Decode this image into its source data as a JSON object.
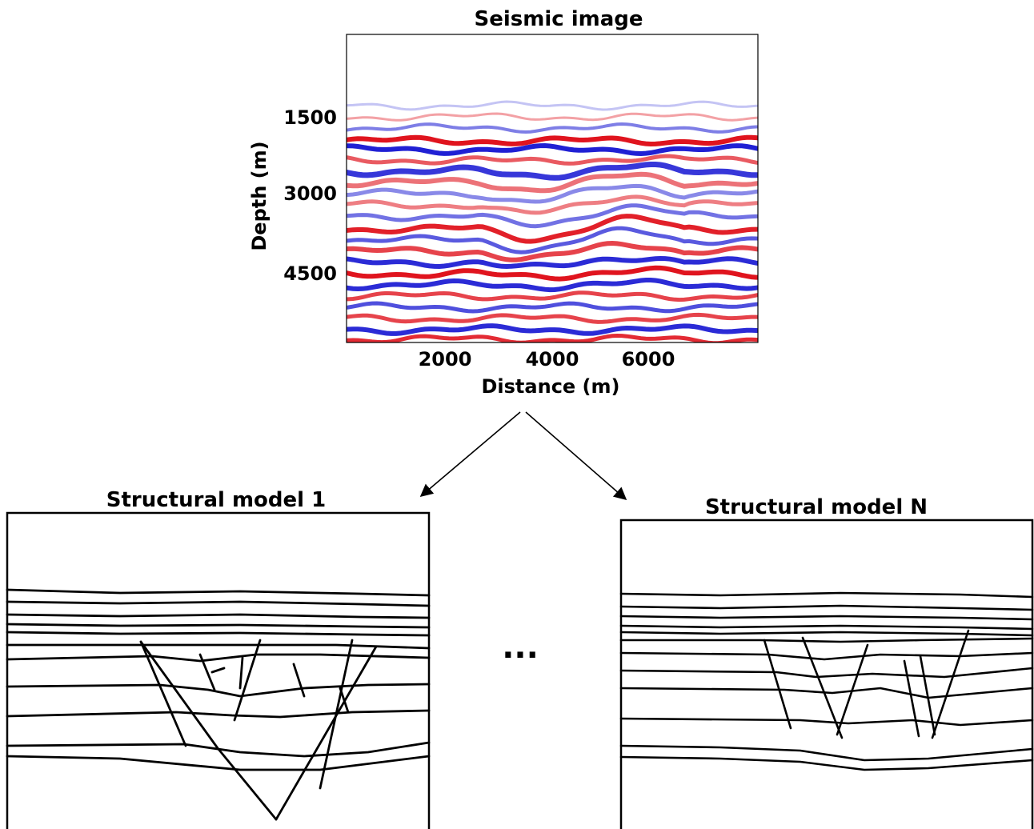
{
  "seismic": {
    "title": "Seismic image",
    "xlabel": "Distance (m)",
    "ylabel": "Depth (m)",
    "xticks": [
      "2000",
      "4000",
      "6000"
    ],
    "yticks": [
      "1500",
      "3000",
      "4500"
    ],
    "colors": {
      "positive": "#e0141e",
      "negative": "#1414d2",
      "neutral": "#ffffff"
    }
  },
  "models": {
    "first_title": "Structural model 1",
    "last_title": "Structural model N",
    "ellipsis": "..."
  }
}
